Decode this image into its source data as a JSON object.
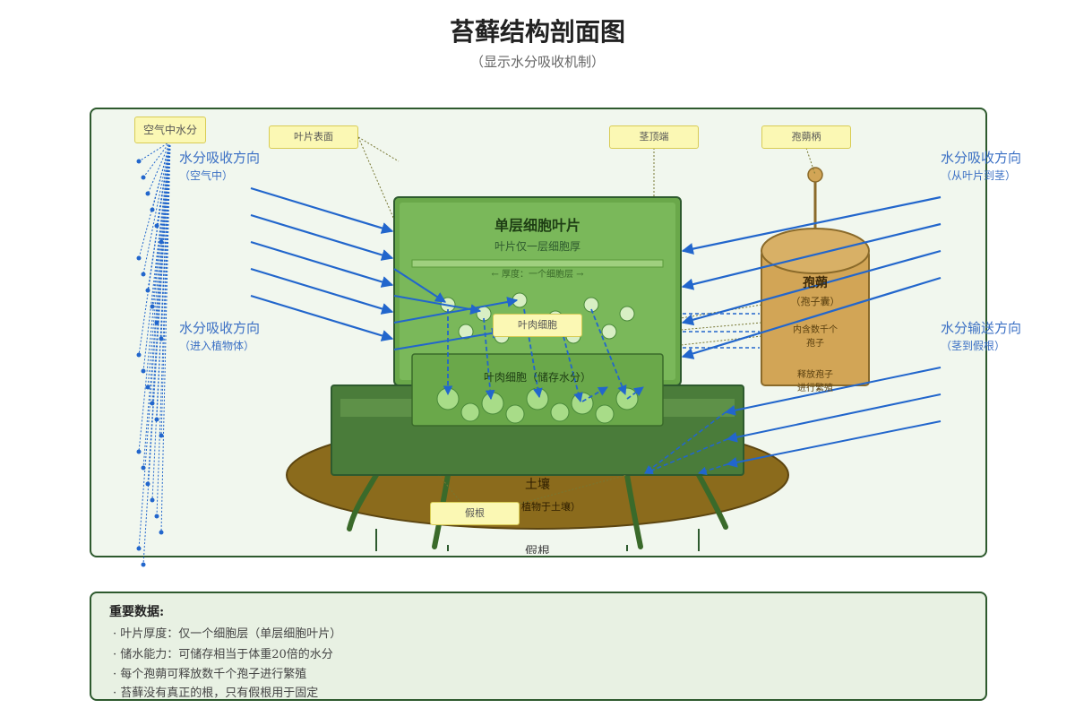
{
  "title": "苔藓结构剖面图",
  "subtitle": "（显示水分吸收机制）",
  "callouts": {
    "air_moisture": "空气中水分",
    "leaf_surface": "叶片表面",
    "stem_tip": "茎顶端",
    "sporangium_stalk": "孢蒴柄",
    "mesophyll_cell": "叶肉细胞",
    "rhizoid": "假根"
  },
  "side_labels": {
    "absorb_air": {
      "main": "水分吸收方向",
      "sub": "（空气中）"
    },
    "absorb_into": {
      "main": "水分吸收方向",
      "sub": "（进入植物体）"
    },
    "absorb_leaf_stem": {
      "main": "水分吸收方向",
      "sub": "（从叶片到茎）"
    },
    "transport": {
      "main": "水分输送方向",
      "sub": "（茎到假根）"
    }
  },
  "leaf": {
    "title": "单层细胞叶片",
    "subtitle": "叶片仅一层细胞厚",
    "thickness": "← 厚度：一个细胞层 →"
  },
  "storage": {
    "label": "叶肉细胞（储存水分）"
  },
  "sporangium": {
    "title": "孢蒴",
    "sub": "（孢子囊）",
    "line1": "内含数千个",
    "line2": "孢子",
    "line3": "释放孢子",
    "line4": "进行繁殖"
  },
  "soil": {
    "label": "土壤",
    "note": "植物于土壤）"
  },
  "rhizoid_bottom_label": "假根",
  "key_data": {
    "title": "重要数据:",
    "items": [
      "叶片厚度：仅一个细胞层（单层细胞叶片）",
      "储水能力：可储存相当于体重20倍的水分",
      "每个孢蒴可释放数千个孢子进行繁殖",
      "苔藓没有真正的根，只有假根用于固定"
    ]
  },
  "colors": {
    "arrow_blue": "#2266cc",
    "leaf_green": "#7ab85a",
    "base_green": "#4a7c3a",
    "soil_brown": "#8b6b1c",
    "sporangium_tan": "#d2a556",
    "callout_yellow": "#fbf8b4"
  }
}
